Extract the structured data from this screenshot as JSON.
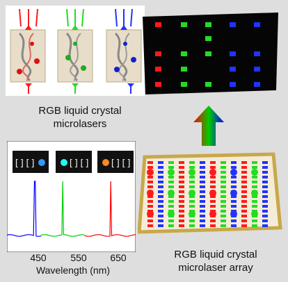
{
  "captions": {
    "top": [
      "RGB liquid crystal",
      "microlasers"
    ],
    "bottom": [
      "RGB liquid crystal",
      "microlaser array"
    ]
  },
  "spectrum": {
    "xlabel": "Wavelength (nm)",
    "ticks": [
      "450",
      "550",
      "650"
    ],
    "peaks": [
      {
        "color": "#0000ff",
        "wavelength": 465
      },
      {
        "color": "#00cc00",
        "wavelength": 530
      },
      {
        "color": "#ff0000",
        "wavelength": 642
      }
    ]
  },
  "colors": {
    "red": "#ff1a1a",
    "green": "#22dd22",
    "blue": "#2233ff",
    "gold": "#c8a84a"
  }
}
